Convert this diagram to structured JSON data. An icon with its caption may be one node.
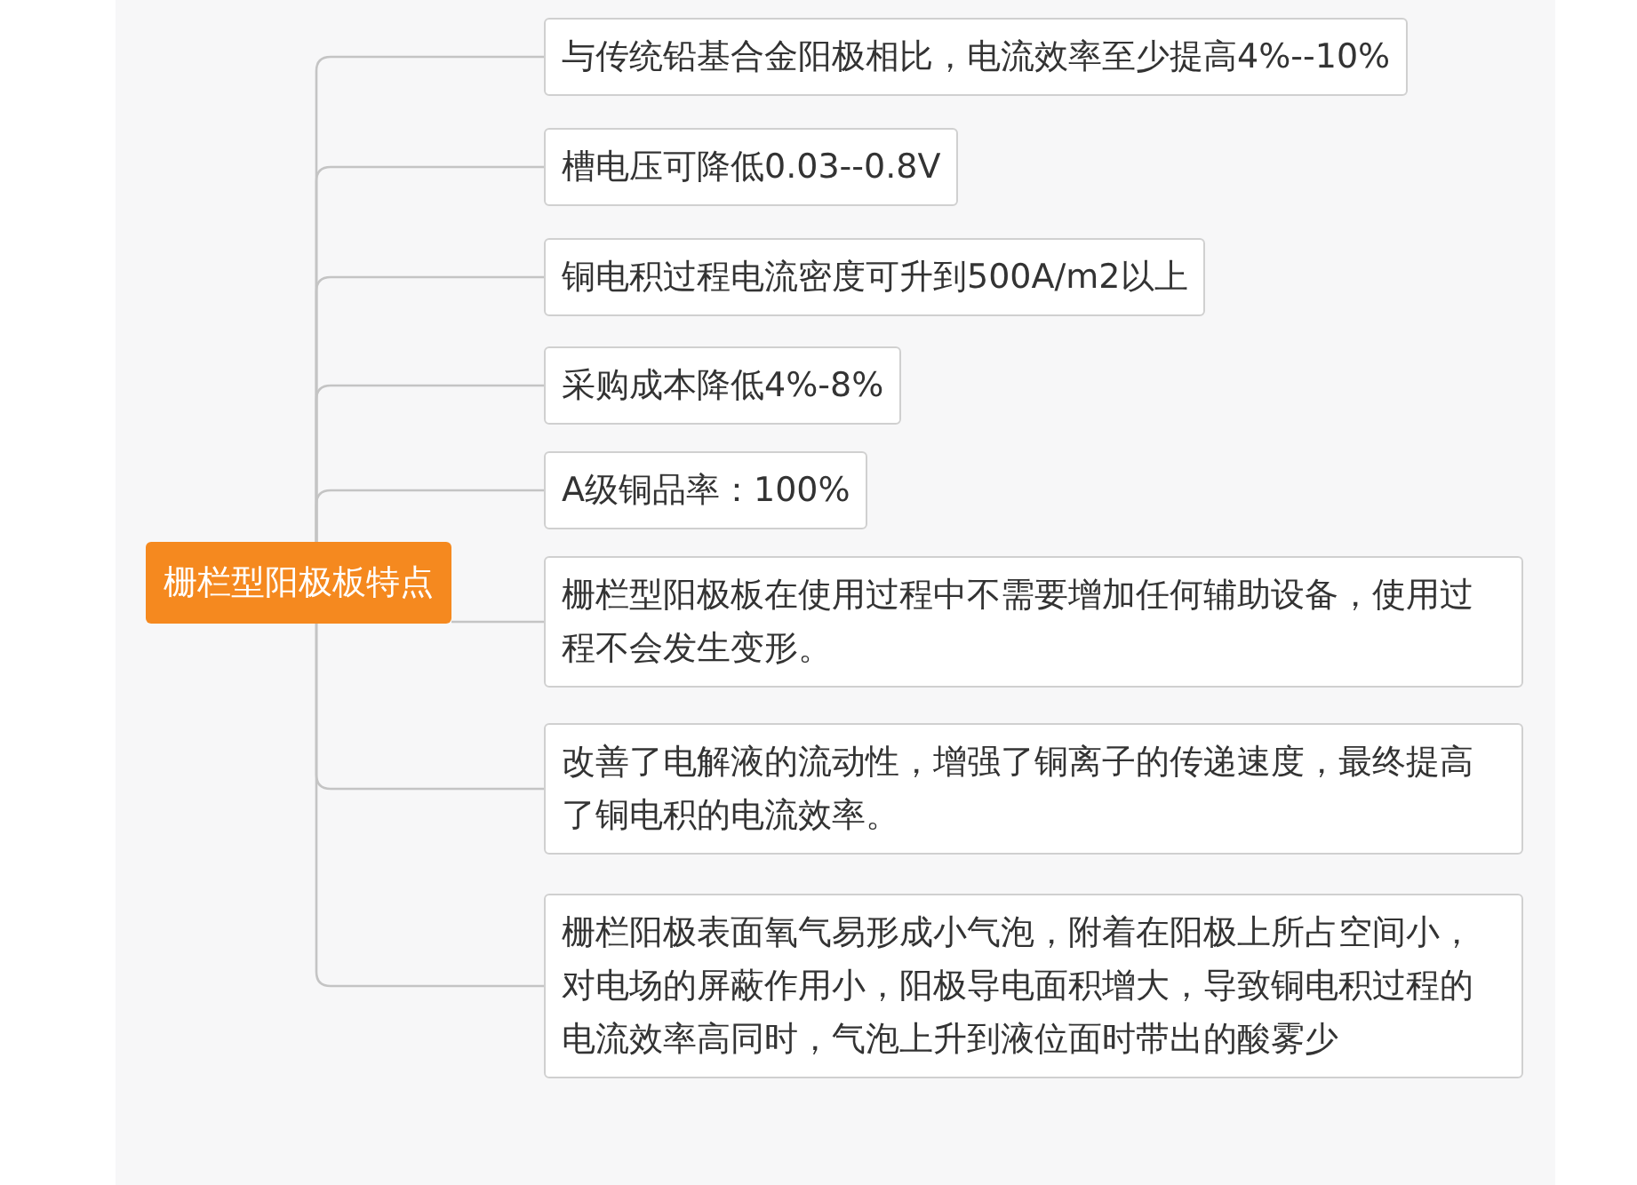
{
  "diagram": {
    "nodes": [
      {
        "text": [
          "栅栏型阳极板特点"
        ]
      },
      {
        "text": [
          "与传统铅基合金阳极相比，电流效率至少提高4%--10%"
        ]
      },
      {
        "text": [
          "槽电压可降低0.03--0.8V"
        ]
      },
      {
        "text": [
          "铜电积过程电流密度可升到500A/m2以上"
        ]
      },
      {
        "text": [
          "采购成本降低4%-8%"
        ]
      },
      {
        "text": [
          "A级铜品率：100%"
        ]
      },
      {
        "text": [
          "栅栏型阳极板在使用过程中不需要增加任何辅助设备，使用过程不会发生变形。"
        ]
      },
      {
        "text": [
          "改善了电解液的流动性，增强了铜离子的传递速度，最终提高了铜电积的电流效率。"
        ]
      },
      {
        "text": [
          "栅栏阳极表面氧气易形成小气泡，附着在阳极上所占空间小，对电场的屏蔽作用小，阳极导电面积增大，导致铜电积过程的电流效率高同时，气泡上升到液位面时带出的酸雾少"
        ]
      }
    ],
    "edges": [
      {
        "from": 0,
        "to": 1,
        "arrow": "none"
      },
      {
        "from": 0,
        "to": 2,
        "arrow": "none"
      },
      {
        "from": 0,
        "to": 3,
        "arrow": "none"
      },
      {
        "from": 0,
        "to": 4,
        "arrow": "none"
      },
      {
        "from": 0,
        "to": 5,
        "arrow": "none"
      },
      {
        "from": 0,
        "to": 6,
        "arrow": "none"
      },
      {
        "from": 0,
        "to": 7,
        "arrow": "none"
      },
      {
        "from": 0,
        "to": 8,
        "arrow": "none"
      }
    ]
  }
}
